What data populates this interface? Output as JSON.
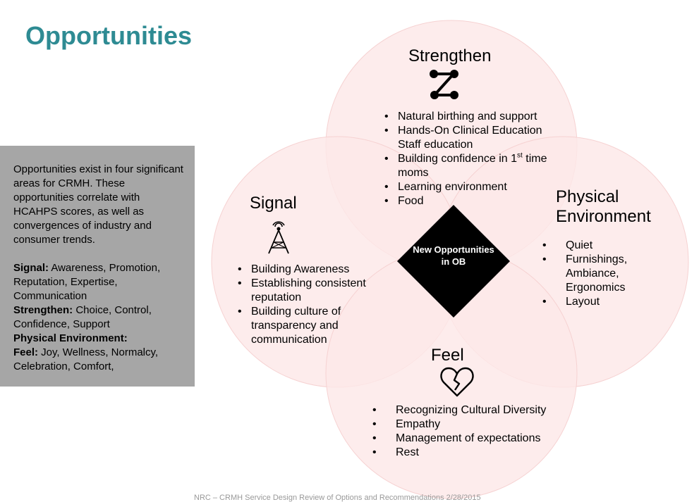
{
  "title": "Opportunities",
  "sidebar": {
    "intro": "Opportunities exist in four significant areas for CRMH. These opportunities correlate with HCAHPS scores, as well as convergences of industry and consumer trends.",
    "signal_label": "Signal:",
    "signal_text": " Awareness, Promotion, Reputation, Expertise, Communication",
    "strengthen_label": "Strengthen:",
    "strengthen_text": " Choice, Control, Confidence, Support",
    "physical_label": "Physical Environment:",
    "feel_label": "Feel:",
    "feel_text": " Joy, Wellness, Normalcy, Celebration, Comfort,"
  },
  "center": {
    "text": "New Opportunities in OB"
  },
  "strengthen": {
    "heading": "Strengthen",
    "icon": "connected-nodes-icon",
    "items": [
      "Natural birthing and support",
      "Hands-On Clinical Education Staff education",
      "Building confidence in 1",
      "st",
      " time moms",
      "Learning environment",
      "Food"
    ]
  },
  "signal": {
    "heading": "Signal",
    "icon": "broadcast-tower-icon",
    "items": [
      "Building Awareness",
      "Establishing consistent reputation",
      "Building culture of transparency and communication"
    ]
  },
  "physical": {
    "heading_line1": "Physical",
    "heading_line2": "Environment",
    "items": [
      "Quiet",
      "Furnishings, Ambiance, Ergonomics",
      "Layout"
    ]
  },
  "feel": {
    "heading": "Feel",
    "icon": "broken-heart-icon",
    "items": [
      "Recognizing Cultural Diversity",
      "Empathy",
      "Management of expectations",
      "Rest"
    ]
  },
  "colors": {
    "circle_fill": "#fde8e8",
    "circle_stroke": "#f6d2d2",
    "title": "#2e8b93",
    "sidebox": "#a6a6a6"
  },
  "footer": "NRC – CRMH Service Design Review of Options and Recommendations 2/28/2015"
}
